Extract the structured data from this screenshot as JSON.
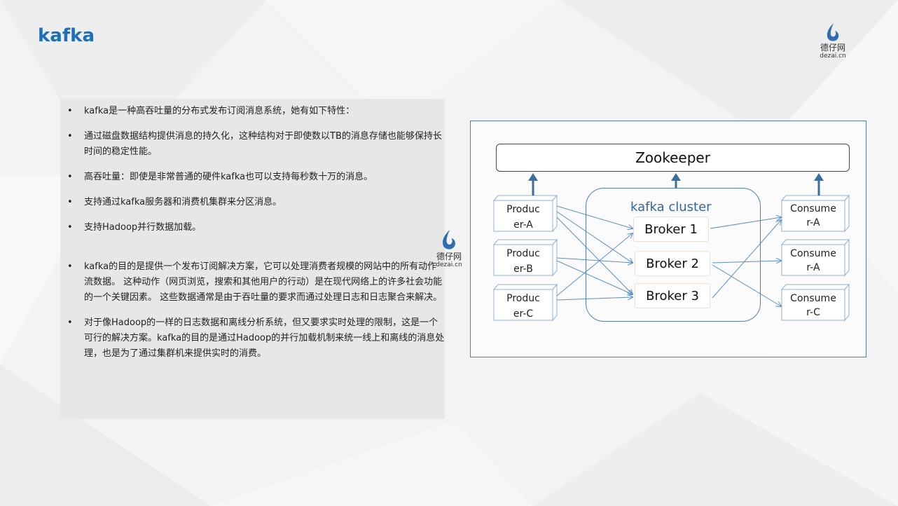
{
  "slide": {
    "title": "kafka",
    "logo": {
      "cn": "德仔网",
      "en": "dezai.cn"
    }
  },
  "text": {
    "bullets": [
      "kafka是一种高吞吐量的分布式发布订阅消息系统，她有如下特性：",
      "通过磁盘数据结构提供消息的持久化，这种结构对于即使数以TB的消息存储也能够保持长时间的稳定性能。",
      "高吞吐量：即使是非常普通的硬件kafka也可以支持每秒数十万的消息。",
      "支持通过kafka服务器和消费机集群来分区消息。",
      "支持Hadoop并行数据加载。",
      "kafka的目的是提供一个发布订阅解决方案，它可以处理消费者规模的网站中的所有动作流数据。 这种动作（网页浏览，搜索和其他用户的行动）是在现代网络上的许多社会功能的一个关键因素。 这些数据通常是由于吞吐量的要求而通过处理日志和日志聚合来解决。",
      " 对于像Hadoop的一样的日志数据和离线分析系统，但又要求实时处理的限制，这是一个可行的解决方案。kafka的目的是通过Hadoop的并行加载机制来统一线上和离线的消息处理，也是为了通过集群机来提供实时的消费。"
    ]
  },
  "diagram": {
    "zookeeper": "Zookeeper",
    "cluster_label": "kafka cluster",
    "brokers": [
      "Broker 1",
      "Broker 2",
      "Broker 3"
    ],
    "producers": [
      {
        "line1": "Produc",
        "line2": "er-A"
      },
      {
        "line1": "Produc",
        "line2": "er-B"
      },
      {
        "line1": "Produc",
        "line2": "er-C"
      }
    ],
    "consumers": [
      {
        "line1": "Consume",
        "line2": "r-A"
      },
      {
        "line1": "Consume",
        "line2": "r-A"
      },
      {
        "line1": "Consume",
        "line2": "r-C"
      }
    ],
    "colors": {
      "accent": "#1f6fb6",
      "line": "#5b8fc8",
      "arrow": "#3a6ea5"
    }
  }
}
